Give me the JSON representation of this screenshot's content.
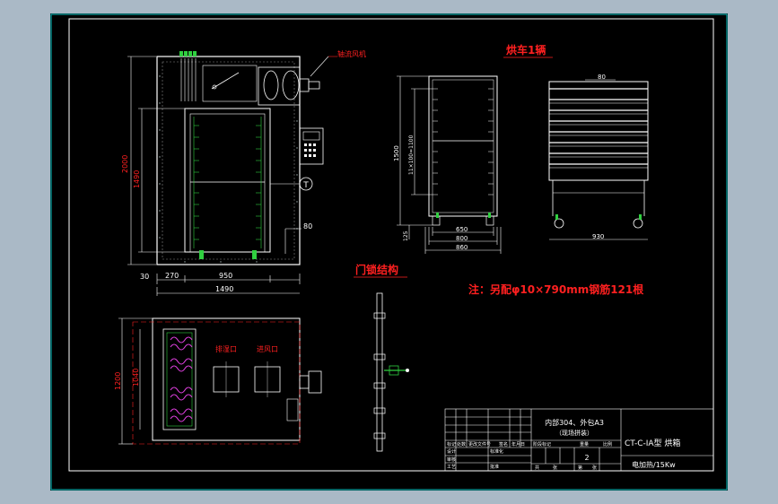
{
  "labels": {
    "fan_label": "轴流风机",
    "cart_title": "烘车1辆",
    "door_title": "门锁结构",
    "note": "注：另配φ10×790mm钢筋121根",
    "inlet": "排湿口",
    "outlet": "进风口",
    "circle_mark": "T"
  },
  "dims": {
    "height_2000": "2000",
    "height_1490": "1490",
    "d_80": "80",
    "d_30": "30",
    "d_270": "270",
    "d_950": "950",
    "d_1490w": "1490",
    "d_1200": "1200",
    "d_1040": "1040",
    "cart_1500": "1500",
    "cart_pitch": "11×100=1100",
    "cart_125": "125",
    "cart_650": "650",
    "cart_800": "800",
    "cart_860": "860",
    "cart_80": "80",
    "cart_930": "930"
  },
  "title_block": {
    "material_line1": "内部304、外包A3",
    "material_line2": "（现场拼装）",
    "drawing_name": "CT-C-ⅠA型 烘箱",
    "power": "电加热/15Kw",
    "sheet_count": "2",
    "row_labels": [
      "设计",
      "审核",
      "工艺"
    ],
    "hdr": [
      "标记",
      "处数",
      "分区",
      "更改文件号",
      "签名",
      "年月日"
    ],
    "hdr2": [
      "阶段标记",
      "重量",
      "比例"
    ],
    "foot": [
      "共",
      "张",
      "第",
      "张"
    ],
    "mid": [
      "标准化",
      "批准"
    ]
  },
  "colors": {
    "line_white": "#ffffff",
    "dim_red": "#ff2020",
    "cyan": "#00c8c8",
    "green": "#30d040",
    "yellow": "#e8e800",
    "magenta": "#e040e0"
  }
}
